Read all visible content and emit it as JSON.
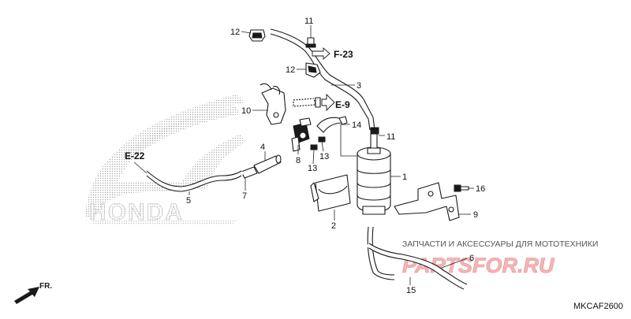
{
  "diagram": {
    "code": "MKCAF2600",
    "brand_watermark": "HONDA",
    "shop_banner": "ЗАПЧАСТИ И АКСЕССУАРЫ ДЛЯ МОТОТЕХНИКИ",
    "shop_logo": "PARTSFOR.RU",
    "front_indicator": "FR.",
    "references": [
      {
        "id": "ref-f23",
        "text": "F-23"
      },
      {
        "id": "ref-e9",
        "text": "E-9"
      },
      {
        "id": "ref-e22",
        "text": "E-22"
      }
    ],
    "callouts": [
      {
        "id": "c11a",
        "text": "11"
      },
      {
        "id": "c12a",
        "text": "12"
      },
      {
        "id": "c12b",
        "text": "12"
      },
      {
        "id": "c3",
        "text": "3"
      },
      {
        "id": "c10",
        "text": "10"
      },
      {
        "id": "c14",
        "text": "14"
      },
      {
        "id": "c11b",
        "text": "11"
      },
      {
        "id": "c4",
        "text": "4"
      },
      {
        "id": "c8",
        "text": "8"
      },
      {
        "id": "c13a",
        "text": "13"
      },
      {
        "id": "c13b",
        "text": "13"
      },
      {
        "id": "c1",
        "text": "1"
      },
      {
        "id": "c16",
        "text": "16"
      },
      {
        "id": "c9",
        "text": "9"
      },
      {
        "id": "c7",
        "text": "7"
      },
      {
        "id": "c5",
        "text": "5"
      },
      {
        "id": "c2",
        "text": "2"
      },
      {
        "id": "c6",
        "text": "6"
      },
      {
        "id": "c15",
        "text": "15"
      }
    ]
  }
}
